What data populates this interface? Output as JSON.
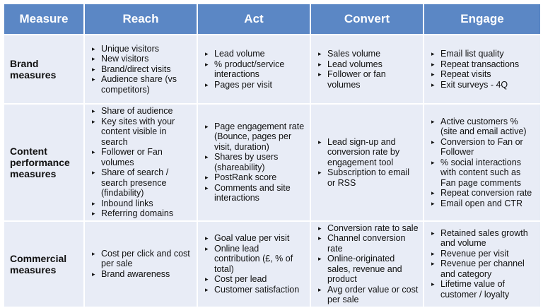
{
  "header": {
    "measure": "Measure",
    "reach": "Reach",
    "act": "Act",
    "convert": "Convert",
    "engage": "Engage"
  },
  "bullet_glyph": "▸",
  "rows": [
    {
      "label": "Brand measures",
      "reach": [
        "Unique visitors",
        "New visitors",
        "Brand/direct visits",
        "Audience share (vs competitors)"
      ],
      "act": [
        "Lead volume",
        "% product/service interactions",
        "Pages per visit"
      ],
      "convert": [
        "Sales volume",
        "Lead volumes",
        "Follower or fan volumes"
      ],
      "engage": [
        "Email list quality",
        "Repeat transactions",
        "Repeat visits",
        "Exit surveys - 4Q"
      ]
    },
    {
      "label": "Content performance measures",
      "reach": [
        "Share of audience",
        "Key sites with your content visible in search",
        "Follower or Fan volumes",
        "Share of search / search presence (findability)",
        "Inbound links",
        "Referring domains"
      ],
      "act": [
        "Page engagement rate (Bounce, pages per visit, duration)",
        "Shares by users (shareability)",
        "PostRank score",
        "Comments and site interactions"
      ],
      "convert": [
        "Lead sign-up and conversion rate by engagement tool",
        "Subscription to email or RSS"
      ],
      "engage": [
        "Active customers % (site and email active)",
        "Conversion to Fan or Follower",
        "% social interactions with content such as Fan page comments",
        "Repeat conversion rate",
        "Email open and CTR"
      ]
    },
    {
      "label": "Commercial measures",
      "reach": [
        "Cost per click and cost per sale",
        "Brand awareness"
      ],
      "act": [
        "Goal value per visit",
        "Online lead contribution (£, % of total)",
        "Cost per lead",
        "Customer satisfaction"
      ],
      "convert": [
        "Conversion rate to sale",
        "Channel conversion rate",
        "Online-originated sales, revenue and product",
        "Avg order value or cost per sale"
      ],
      "engage": [
        "Retained sales growth and volume",
        "Revenue per visit",
        "Revenue per channel and category",
        "Lifetime value of customer / loyalty"
      ]
    }
  ]
}
